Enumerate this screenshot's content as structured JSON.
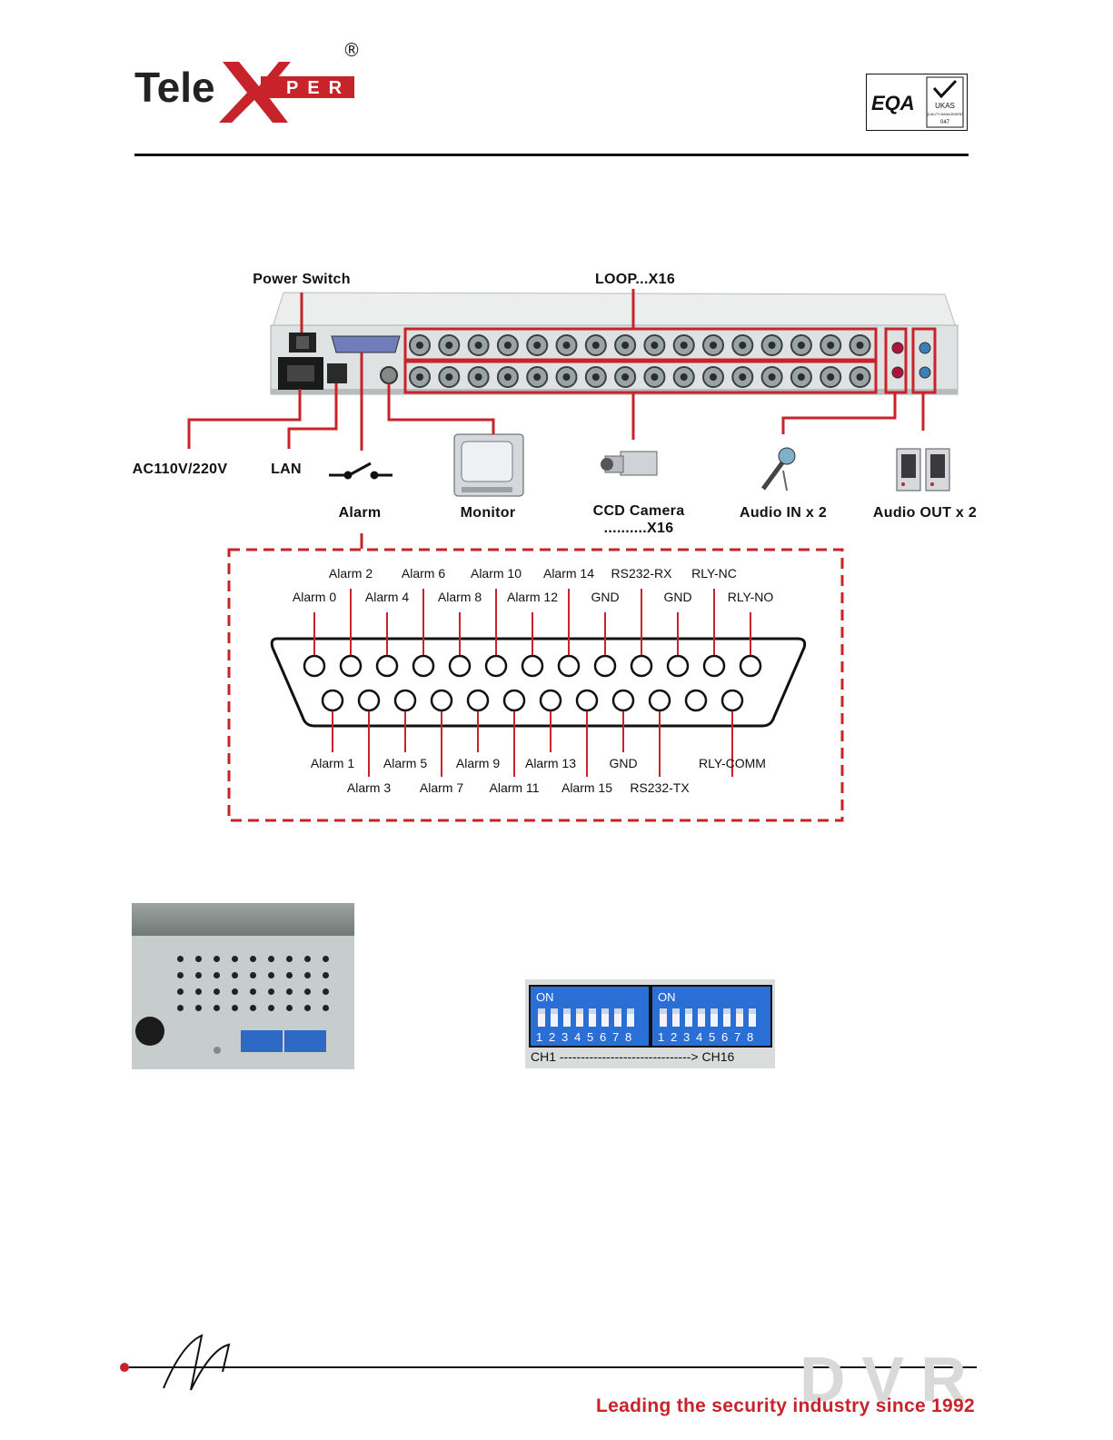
{
  "header": {
    "logo_text_a": "Tele",
    "logo_text_b": "X",
    "logo_text_c": "PER",
    "logo_reg": "®",
    "cert_logo_text": "EQA",
    "cert_badge_text": "UKAS",
    "cert_badge_sub": "QUALITY MANAGEMENT",
    "cert_badge_num": "047"
  },
  "connection_diagram": {
    "labels": {
      "power_switch": "Power Switch",
      "loop": "LOOP...X16",
      "ac": "AC110V/220V",
      "lan": "LAN",
      "alarm": "Alarm",
      "monitor": "Monitor",
      "ccd_camera_line1": "CCD Camera",
      "ccd_camera_line2": "..........X16",
      "audio_in": "Audio IN x 2",
      "audio_out": "Audio OUT x 2"
    }
  },
  "db25_pinout": {
    "top_upper_labels": [
      "Alarm 2",
      "Alarm 6",
      "Alarm 10",
      "Alarm 14",
      "RS232-RX",
      "RLY-NC"
    ],
    "top_lower_labels": [
      "Alarm 0",
      "Alarm 4",
      "Alarm 8",
      "Alarm 12",
      "GND",
      "GND",
      "RLY-NO"
    ],
    "bottom_upper_labels": [
      "Alarm 1",
      "Alarm 5",
      "Alarm 9",
      "Alarm 13",
      "GND",
      "RLY-COMM"
    ],
    "bottom_lower_labels": [
      "Alarm 3",
      "Alarm 7",
      "Alarm 11",
      "Alarm 15",
      "RS232-TX"
    ]
  },
  "dip_switch": {
    "on_label": "ON",
    "digits": [
      "1",
      "2",
      "3",
      "4",
      "5",
      "6",
      "7",
      "8"
    ],
    "caption": "CH1 -------------------------------> CH16"
  },
  "footer": {
    "watermark": "DVR",
    "slogan": "Leading the security industry since 1992"
  },
  "colors": {
    "accent_red": "#c8232b",
    "dip_blue": "#2a6fd6"
  }
}
